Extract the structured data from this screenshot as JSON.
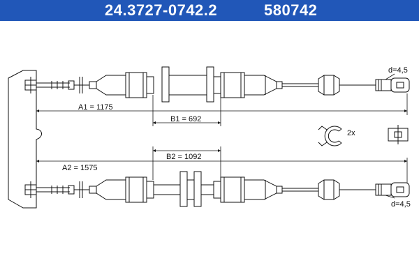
{
  "header": {
    "part_number": "24.3727-0742.2",
    "article_number": "580742",
    "background_color": "#2157b8"
  },
  "cable_top": {
    "diameter_label": "d=4,5",
    "length_label": "A1 = 1175",
    "sheath_label": "B1 = 692"
  },
  "cable_bottom": {
    "diameter_label": "d=4,5",
    "length_label": "A2 = 1575",
    "sheath_label": "B2 = 1092"
  },
  "accessory": {
    "quantity_label": "2x"
  }
}
